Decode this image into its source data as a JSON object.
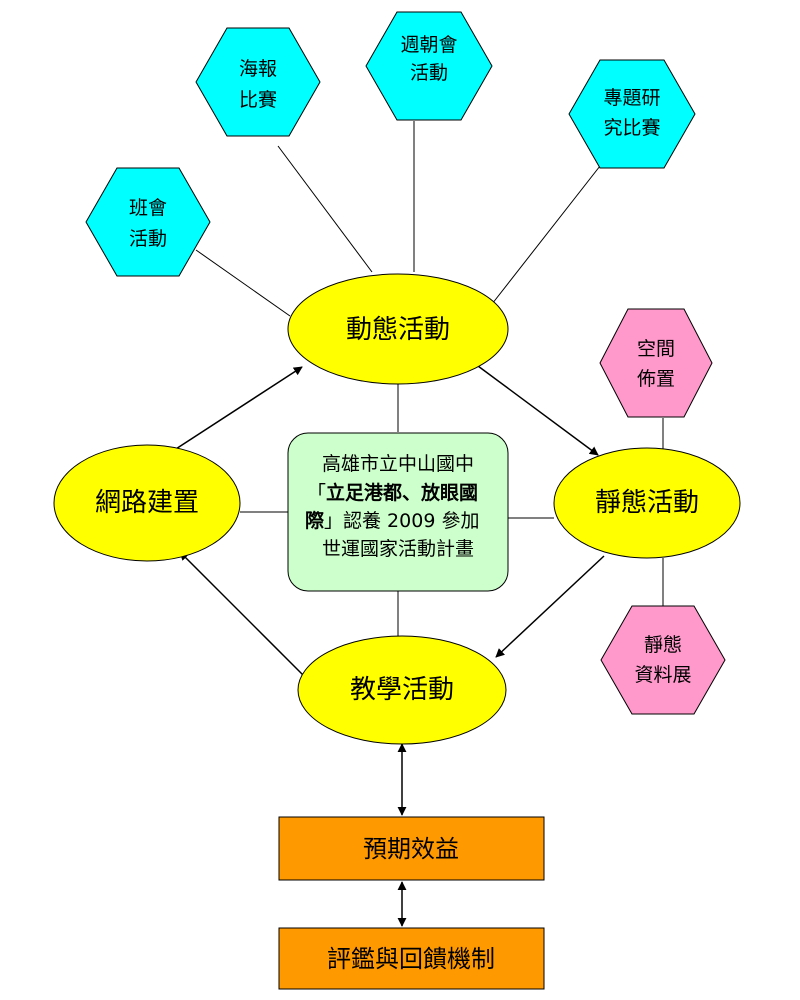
{
  "colors": {
    "hex_cyan": "#00ffff",
    "hex_pink": "#ff99cc",
    "ellipse_yellow": "#ffff00",
    "box_orange": "#ff9900",
    "center_green": "#ccffcc",
    "line": "#000000"
  },
  "hexagons": {
    "poster": [
      "海報",
      "比賽"
    ],
    "assembly": [
      "週朝會",
      "活動"
    ],
    "research": [
      "專題研",
      "究比賽"
    ],
    "class_meeting": [
      "班會",
      "活動"
    ],
    "space": [
      "空間",
      "佈置"
    ],
    "static_exhibit": [
      "靜態",
      "資料展"
    ]
  },
  "ellipses": {
    "dynamic": "動態活動",
    "network": "網路建置",
    "static": "靜態活動",
    "teaching": "教學活動"
  },
  "center": {
    "line1": "高雄市立中山國中",
    "line2_open": "「",
    "line2_bold": "立足港都、放眼國",
    "line3_bold": "際",
    "line3_rest": "」認養 2009 參加",
    "line4": "世運國家活動計畫"
  },
  "boxes": {
    "benefit": "預期效益",
    "feedback": "評鑑與回饋機制"
  }
}
